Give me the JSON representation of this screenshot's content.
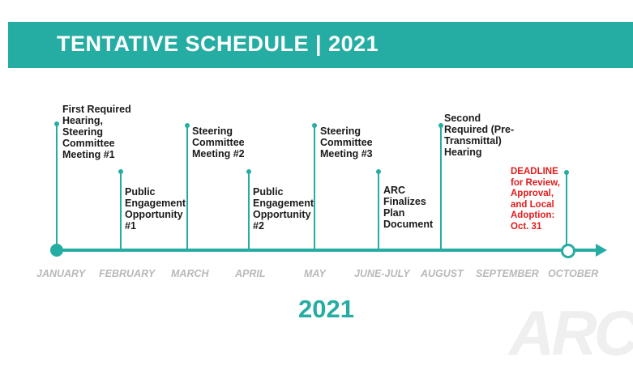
{
  "header": {
    "title": "TENTATIVE SCHEDULE | 2021"
  },
  "timeline": {
    "year": "2021",
    "months": [
      "JANUARY",
      "FEBRUARY",
      "MARCH",
      "APRIL",
      "MAY",
      "JUNE-JULY",
      "AUGUST",
      "SEPTEMBER",
      "OCTOBER"
    ],
    "events": [
      {
        "label": "First Required Hearing, Steering Committee Meeting #1"
      },
      {
        "label": "Public Engagement Opportunity #1"
      },
      {
        "label": "Steering Committee Meeting #2"
      },
      {
        "label": "Public Engagement Opportunity #2"
      },
      {
        "label": "Steering Committee Meeting #3"
      },
      {
        "label": "ARC Finalizes Plan Document"
      },
      {
        "label": "Second Required (Pre-Transmittal) Hearing"
      },
      {
        "label": "DEADLINE for Review, Approval, and Local Adoption: Oct. 31"
      }
    ]
  },
  "logo": {
    "text": "ARC"
  },
  "colors": {
    "accent": "#26ADA3",
    "deadline": "#E31B1B",
    "month_text": "#B9B9B9"
  }
}
